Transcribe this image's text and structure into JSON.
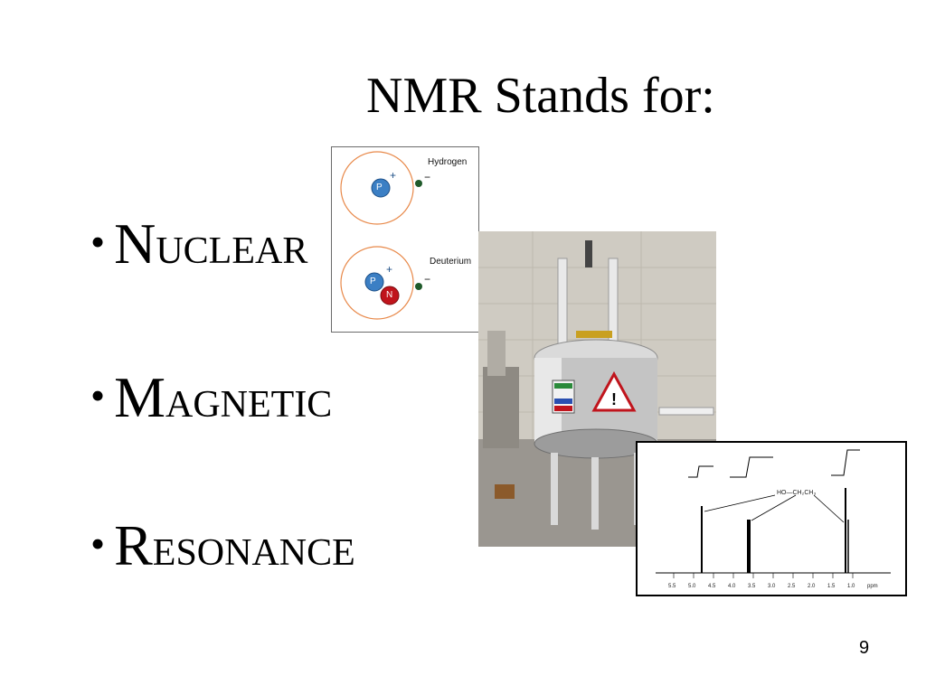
{
  "slide": {
    "title": "NMR Stands for:",
    "page_number": "9"
  },
  "bullets": [
    {
      "marker": "•",
      "initial": "N",
      "rest": "UCLEAR"
    },
    {
      "marker": "•",
      "initial": "M",
      "rest": "AGNETIC"
    },
    {
      "marker": "•",
      "initial": "R",
      "rest": "ESONANCE"
    }
  ],
  "atoms_figure": {
    "hydrogen_label": "Hydrogen",
    "deuterium_label": "Deuterium",
    "proton_symbol": "P",
    "neutron_symbol": "N",
    "plus": "+",
    "minus": "−",
    "colors": {
      "orbit": "#e8894a",
      "proton": "#3b7fc4",
      "neutron": "#c0141c",
      "electron": "#1f5a2a"
    }
  },
  "nmr_spectrum": {
    "compound": "HO—CH₂CH₃",
    "axis_ticks": [
      "5.5",
      "5.0",
      "4.5",
      "4.0",
      "3.5",
      "3.0",
      "2.5",
      "2.0",
      "1.5",
      "1.0",
      "ppm"
    ]
  }
}
